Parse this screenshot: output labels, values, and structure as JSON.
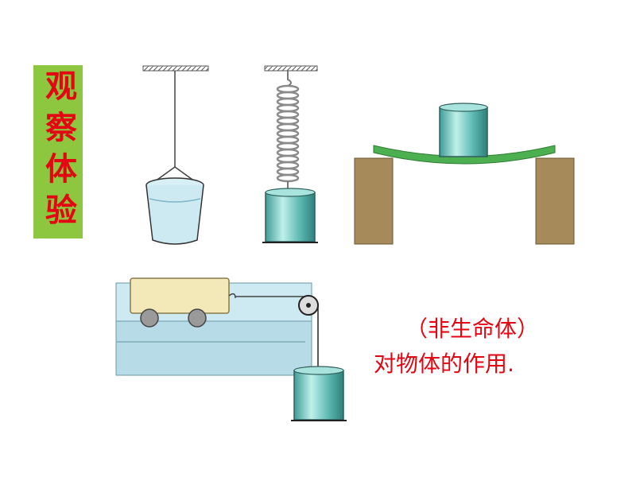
{
  "title": "观察体验",
  "caption": {
    "line1": "（非生命体）",
    "line2": "对物体的作用."
  },
  "illustrations": [
    "bucket-on-rope",
    "weight-on-spring",
    "weight-on-bent-plank",
    "cart-pulled-by-pulley-weight"
  ],
  "colors": {
    "title_bg": "#8dc63f",
    "title_text": "#e30613",
    "caption_text": "#e30613",
    "weight": "#5cb8b2",
    "support": "#a68a5a",
    "plank": "#4caf50",
    "cart": "#f3e8b8",
    "table": "#b7dce8"
  }
}
